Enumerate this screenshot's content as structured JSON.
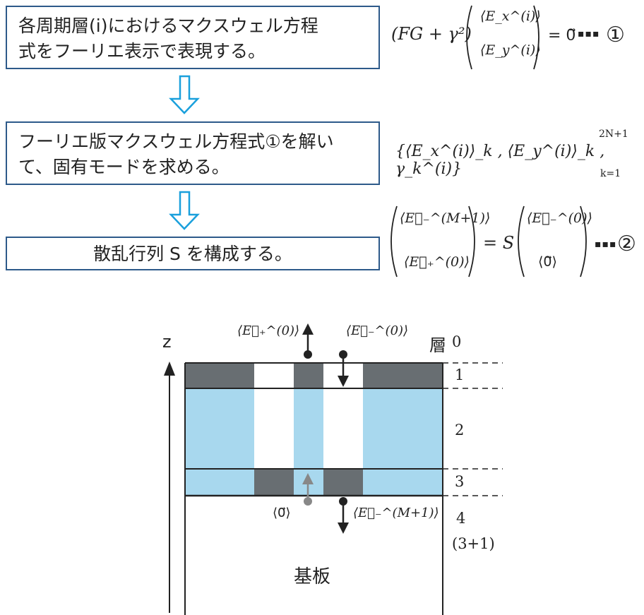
{
  "steps": [
    {
      "line1": "各周期層(i)におけるマクスウェル方程",
      "line2": "式をフーリエ表示で表現する。"
    },
    {
      "line1": "フーリエ版マクスウェル方程式①を解い",
      "line2": "て、固有モードを求める。"
    },
    {
      "line1": "散乱行列 S を構成する。"
    }
  ],
  "equations": {
    "eq1_lhs": "(FG + γ²)",
    "eq1_vec_top": "⟨E_x^(i)⟩",
    "eq1_vec_bottom": "⟨E_y^(i)⟩",
    "eq1_rhs": "= 0⃗",
    "eq1_dots": "▪▪▪",
    "eq1_marker": "①",
    "eq2_set": "{⟨E_x^(i)⟩_k , ⟨E_y^(i)⟩_k , γ_k^(i)}",
    "eq2_sup": "2N+1",
    "eq2_sub": "k=1",
    "eq3_lhs_top": "⟨E⃗₋^(M+1)⟩",
    "eq3_lhs_bottom": "⟨E⃗₊^(0)⟩",
    "eq3_mid": "= S",
    "eq3_rhs_top": "⟨E⃗₋^(0)⟩",
    "eq3_rhs_bottom": "⟨0⃗⟩",
    "eq3_dots": "▪▪▪",
    "eq3_marker": "②"
  },
  "diagram": {
    "axis_label": "z",
    "incoming_plus": "⟨E⃗₊^(0)⟩",
    "incoming_minus": "⟨E⃗₋^(0)⟩",
    "zero_vec": "⟨0⃗⟩",
    "transmitted": "⟨E⃗₋^(M+1)⟩",
    "layer_label_prefix": "層",
    "layer_numbers": [
      "0",
      "1",
      "2",
      "3",
      "4"
    ],
    "layer4_note": "(3+1)",
    "substrate_label": "基板"
  },
  "colors": {
    "box_border": "#2d5a8a",
    "arrow_blue": "#1aa0dc",
    "light_blue": "#a8d8ee",
    "dark_gray": "#686e72",
    "black": "#222222",
    "gray_arrow": "#888888"
  }
}
